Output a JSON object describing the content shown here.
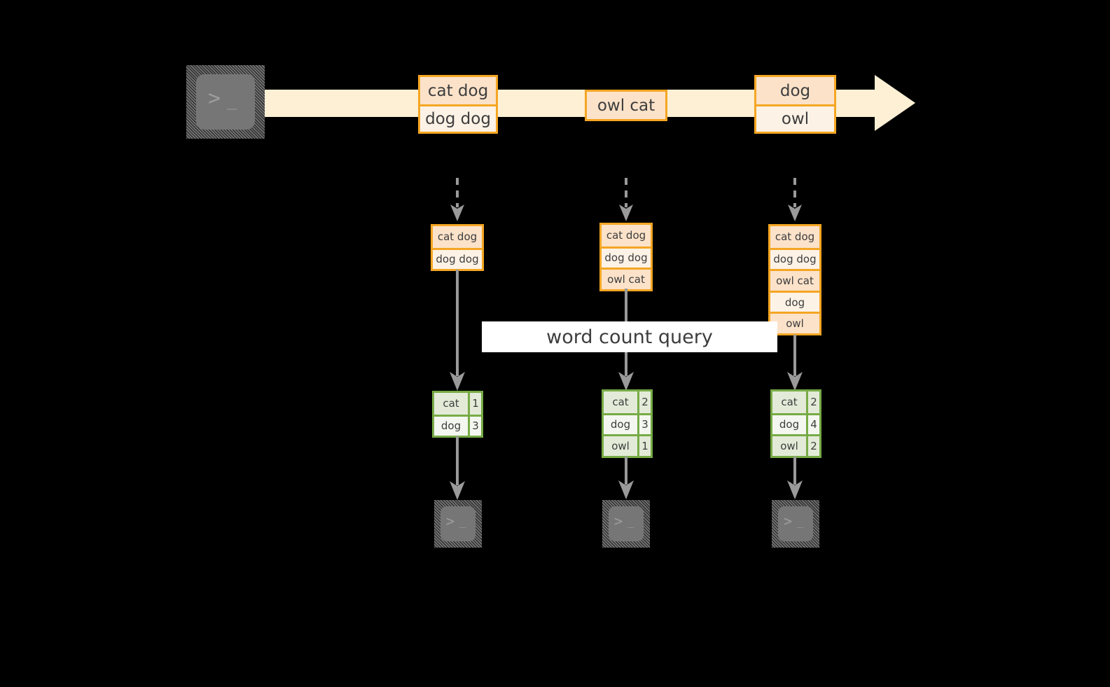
{
  "diagram": {
    "title_label": "word count query",
    "colors": {
      "background": "#000000",
      "stream_band": "#fdf0d5",
      "record_border": "#f5a623",
      "record_fill_dark": "#fbe2c9",
      "record_fill_light": "#fdf2e6",
      "result_border": "#77ab46",
      "result_fill_dark": "#e3ebd8",
      "result_fill_light": "#f4f7f0",
      "connector": "#9a9a9a",
      "terminal_body": "#767676",
      "label_band": "#ffffff",
      "text": "#3d3d3d"
    },
    "source": {
      "icon": "terminal-icon",
      "glyph_prompt": ">",
      "glyph_cursor": "_"
    },
    "stream": {
      "records": [
        {
          "id": "record-1",
          "lines": [
            "cat dog",
            "dog dog"
          ]
        },
        {
          "id": "record-2",
          "lines": [
            "owl cat"
          ]
        },
        {
          "id": "record-3",
          "lines": [
            "dog",
            "owl"
          ]
        }
      ]
    },
    "snapshots": [
      {
        "id": "snapshot-1",
        "input_lines": [
          "cat dog",
          "dog dog"
        ],
        "results": [
          {
            "word": "cat",
            "count": "1"
          },
          {
            "word": "dog",
            "count": "3"
          }
        ],
        "sink": {
          "icon": "terminal-icon",
          "glyph_prompt": ">",
          "glyph_cursor": "_"
        }
      },
      {
        "id": "snapshot-2",
        "input_lines": [
          "cat dog",
          "dog dog",
          "owl cat"
        ],
        "results": [
          {
            "word": "cat",
            "count": "2"
          },
          {
            "word": "dog",
            "count": "3"
          },
          {
            "word": "owl",
            "count": "1"
          }
        ],
        "sink": {
          "icon": "terminal-icon",
          "glyph_prompt": ">",
          "glyph_cursor": "_"
        }
      },
      {
        "id": "snapshot-3",
        "input_lines": [
          "cat dog",
          "dog dog",
          "owl cat",
          "dog",
          "owl"
        ],
        "results": [
          {
            "word": "cat",
            "count": "2"
          },
          {
            "word": "dog",
            "count": "4"
          },
          {
            "word": "owl",
            "count": "2"
          }
        ],
        "sink": {
          "icon": "terminal-icon",
          "glyph_prompt": ">",
          "glyph_cursor": "_"
        }
      }
    ]
  }
}
